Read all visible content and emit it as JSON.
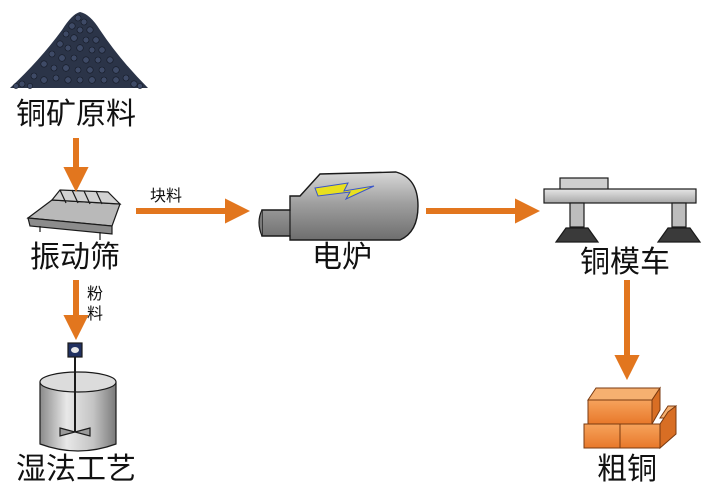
{
  "nodes": {
    "ore": "铜矿原料",
    "screen": "振动筛",
    "furnace": "电炉",
    "mold": "铜模车",
    "wet": "湿法工艺",
    "crude": "粗铜"
  },
  "edges": {
    "lump": "块料",
    "powder": "粉料"
  },
  "colors": {
    "arrow": "#E2761E",
    "equipment_fill": "#A5A5A5",
    "outline": "#1a1a1a",
    "spark": "#E8E020",
    "copper": "#F08A3C"
  }
}
